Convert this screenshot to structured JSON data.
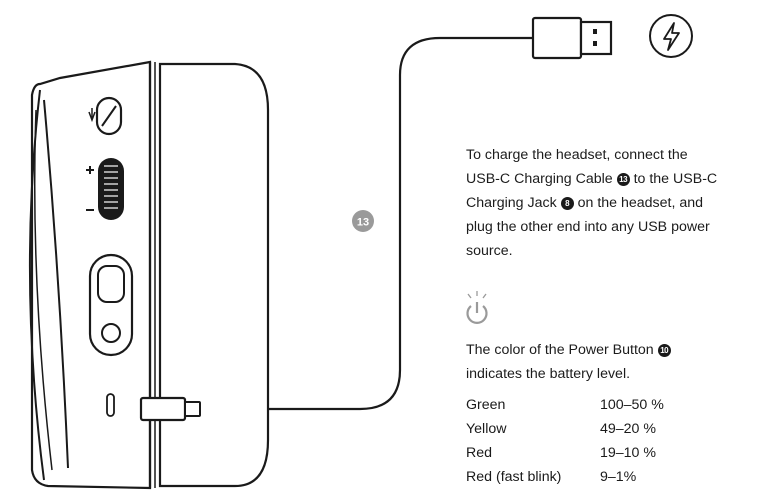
{
  "cable_callout": "13",
  "intro": {
    "l1": "To charge the headset, connect the",
    "l2a": "USB-C Charging Cable",
    "cable_ref": "13",
    "l2b": "to the USB-C",
    "l3a": "Charging Jack",
    "jack_ref": "8",
    "l3b": "on the headset, and",
    "l4": "plug the other end into any USB power",
    "l5": "source."
  },
  "power_note": {
    "l1a": "The color of the Power Button",
    "button_ref": "10",
    "l2": "indicates the battery level."
  },
  "battery_levels": [
    {
      "color": "Green",
      "range": "100–50 %"
    },
    {
      "color": "Yellow",
      "range": "49–20 %"
    },
    {
      "color": "Red",
      "range": "19–10 %"
    },
    {
      "color": "Red (fast blink)",
      "range": "9–1%"
    }
  ],
  "icons": {
    "charging": "lightning-bolt-icon",
    "power": "power-icon"
  }
}
